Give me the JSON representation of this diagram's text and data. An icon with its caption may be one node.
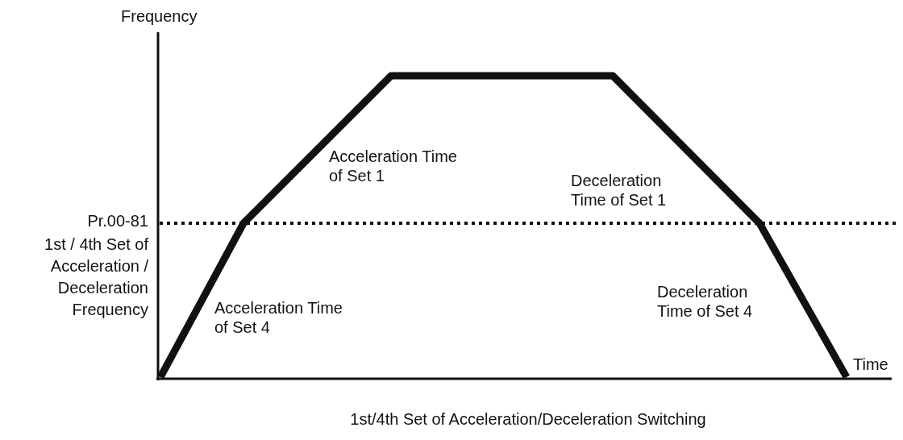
{
  "diagram": {
    "caption": "1st/4th Set of Acceleration/Deceleration Switching",
    "labels": [
      "Frequency",
      "Acceleration Time of Set 1",
      "Deceleration Time of Set 1",
      "Pr.00-81",
      "1st / 4th Set of Acceleration / Deceleration Frequency",
      "Deceleration Time of Set 4",
      "Acceleration Time of Set 4",
      "Time"
    ]
  }
}
